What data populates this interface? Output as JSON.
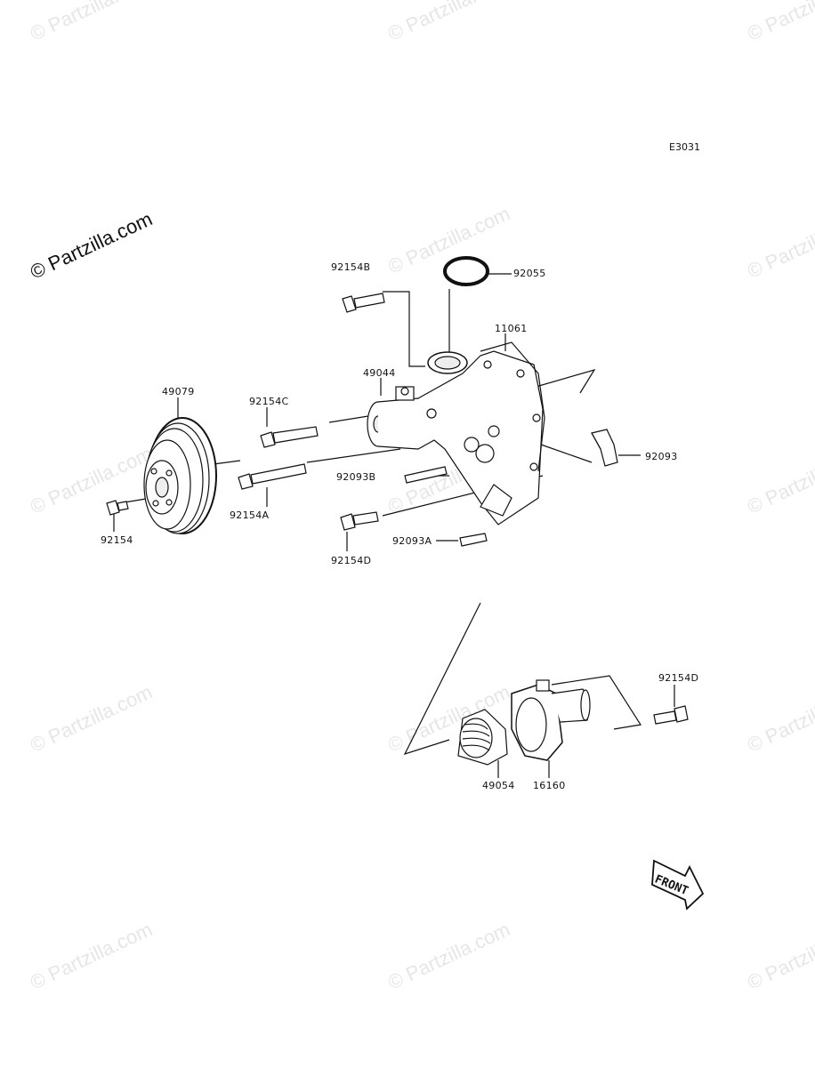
{
  "diagram_code": "E3031",
  "copyright_main": "© Partzilla.com",
  "watermark_text": "© Partzilla.com",
  "front_label": "FRONT",
  "parts": {
    "p92154B": "92154B",
    "p92055": "92055",
    "p11061": "11061",
    "p49044": "49044",
    "p49079": "49079",
    "p92154C": "92154C",
    "p92093": "92093",
    "p92093B": "92093B",
    "p92154A": "92154A",
    "p92154": "92154",
    "p92154D_a": "92154D",
    "p92093A": "92093A",
    "p92154D_b": "92154D",
    "p49054": "49054",
    "p16160": "16160"
  }
}
